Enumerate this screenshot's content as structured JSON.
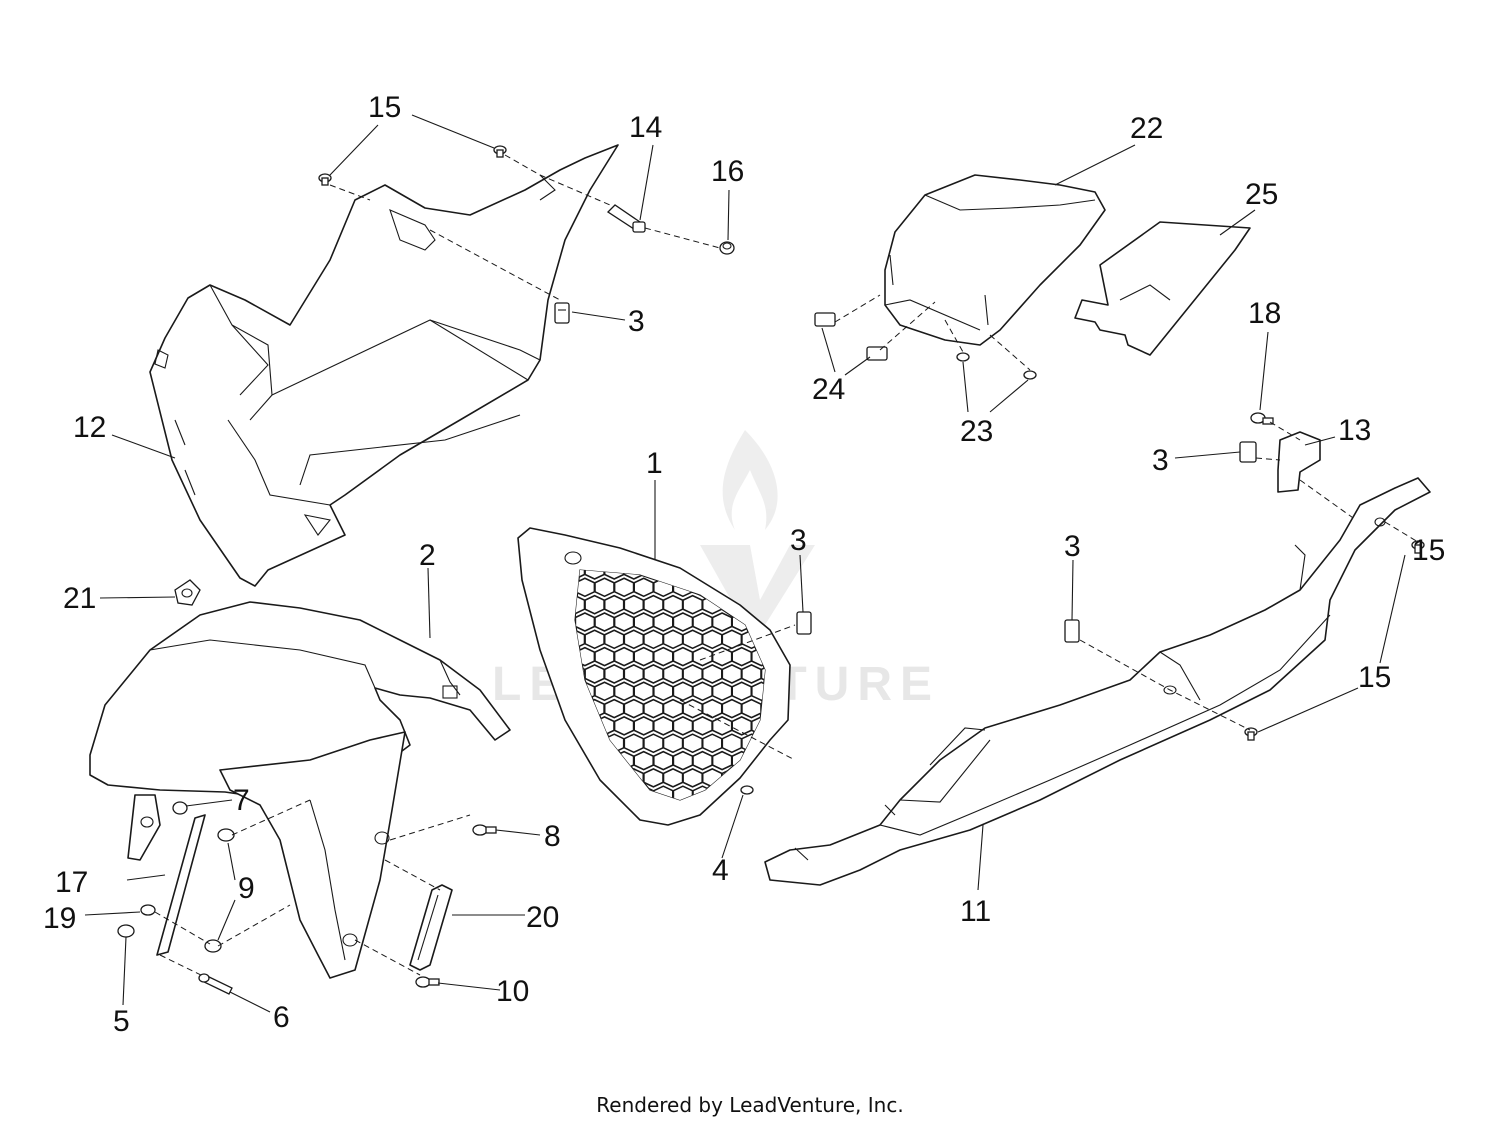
{
  "footer": "Rendered by LeadVenture, Inc.",
  "watermark": "LEADVENTURE",
  "colors": {
    "line": "#1a1a1a",
    "watermark": "#d8d8d8"
  },
  "callouts": [
    {
      "id": "c1",
      "text": "1"
    },
    {
      "id": "c2",
      "text": "2"
    },
    {
      "id": "c3a",
      "text": "3"
    },
    {
      "id": "c3b",
      "text": "3"
    },
    {
      "id": "c3c",
      "text": "3"
    },
    {
      "id": "c3d",
      "text": "3"
    },
    {
      "id": "c4",
      "text": "4"
    },
    {
      "id": "c5",
      "text": "5"
    },
    {
      "id": "c6",
      "text": "6"
    },
    {
      "id": "c7",
      "text": "7"
    },
    {
      "id": "c8",
      "text": "8"
    },
    {
      "id": "c9",
      "text": "9"
    },
    {
      "id": "c10",
      "text": "10"
    },
    {
      "id": "c11",
      "text": "11"
    },
    {
      "id": "c12",
      "text": "12"
    },
    {
      "id": "c13",
      "text": "13"
    },
    {
      "id": "c14",
      "text": "14"
    },
    {
      "id": "c15a",
      "text": "15"
    },
    {
      "id": "c15b",
      "text": "15"
    },
    {
      "id": "c15c",
      "text": "15"
    },
    {
      "id": "c16",
      "text": "16"
    },
    {
      "id": "c17",
      "text": "17"
    },
    {
      "id": "c18",
      "text": "18"
    },
    {
      "id": "c19",
      "text": "19"
    },
    {
      "id": "c20",
      "text": "20"
    },
    {
      "id": "c21",
      "text": "21"
    },
    {
      "id": "c22",
      "text": "22"
    },
    {
      "id": "c23",
      "text": "23"
    },
    {
      "id": "c24",
      "text": "24"
    },
    {
      "id": "c25",
      "text": "25"
    }
  ]
}
